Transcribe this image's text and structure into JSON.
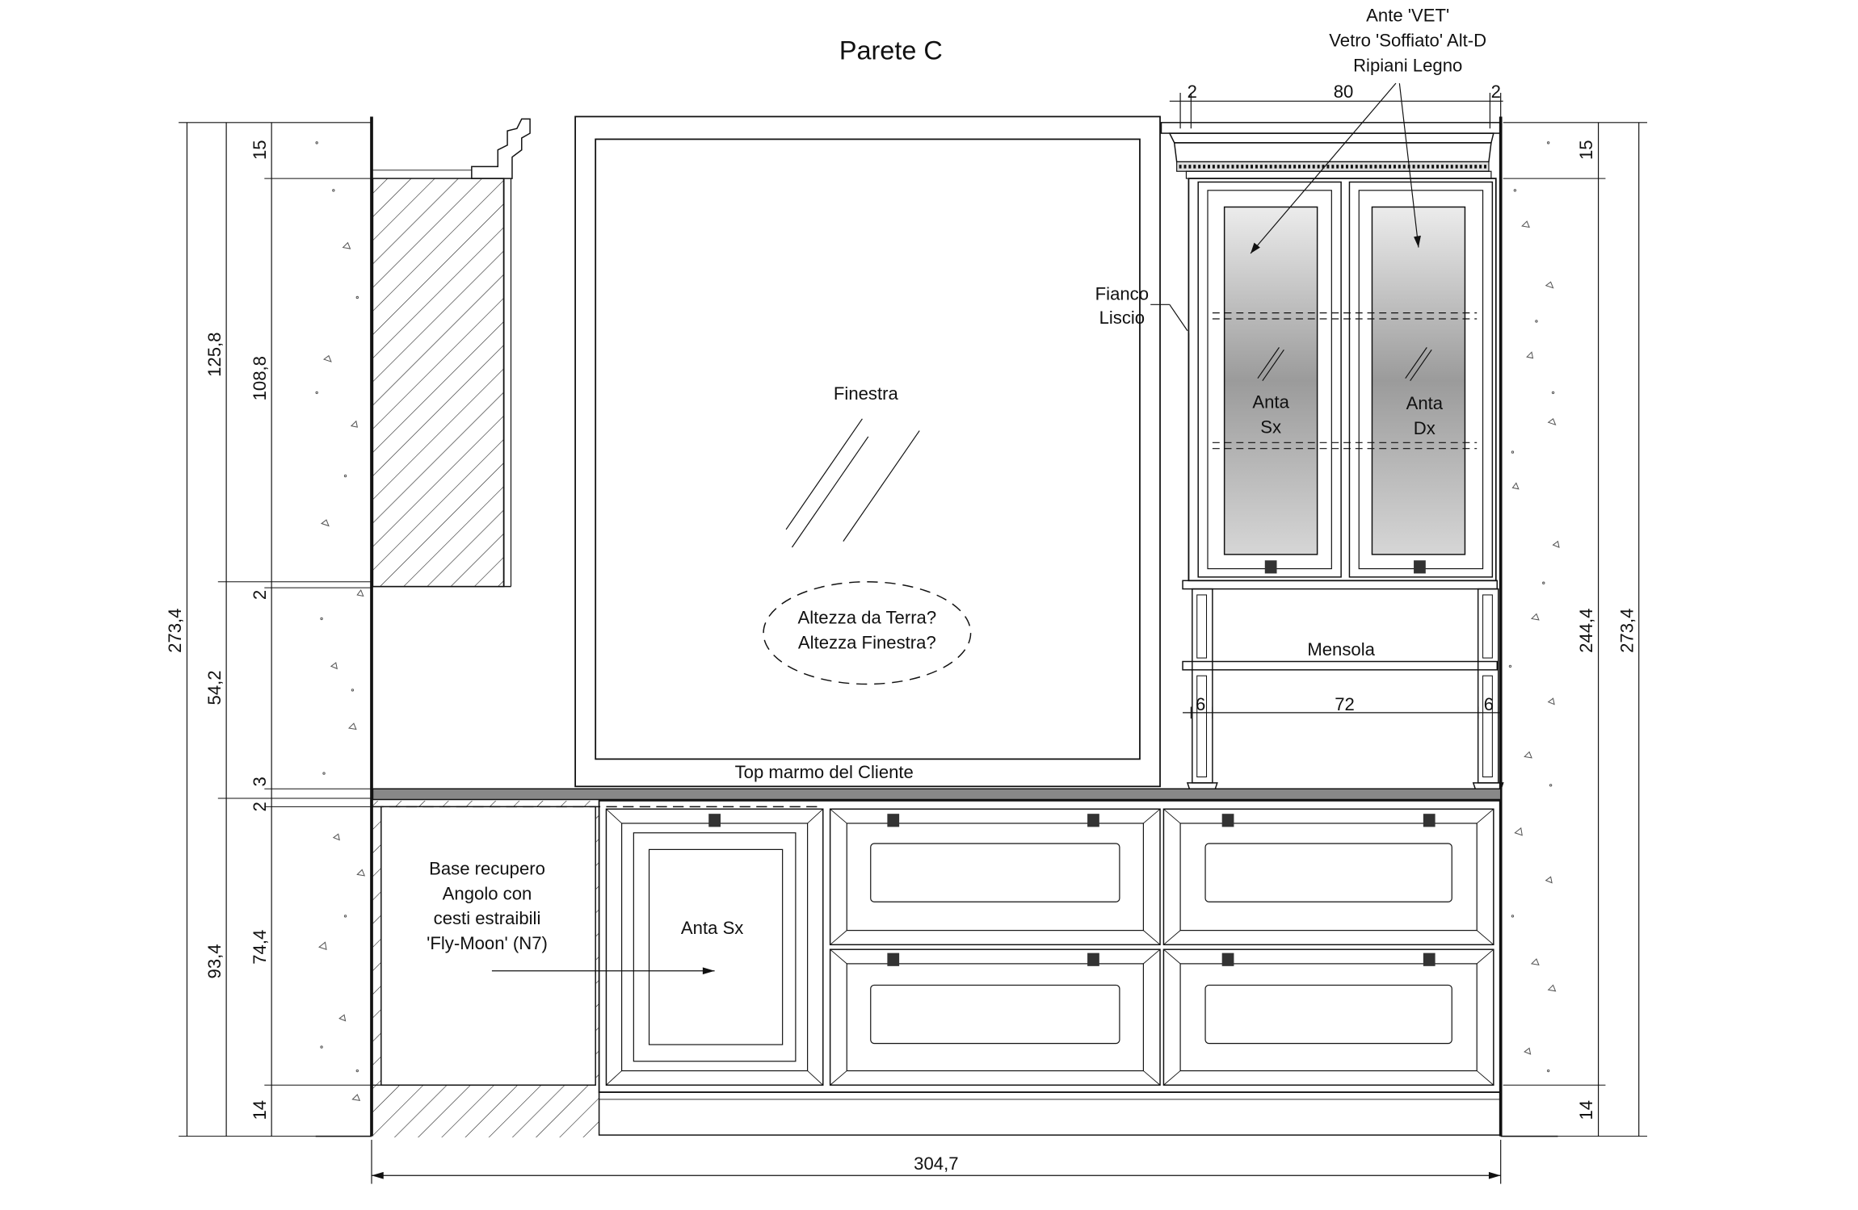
{
  "title": "Parete C",
  "notes": {
    "ante_vet": [
      "Ante 'VET'",
      "Vetro 'Soffiato' Alt-D",
      "Ripiani Legno"
    ],
    "fianco": [
      "Fianco",
      "Liscio"
    ],
    "finestra": "Finestra",
    "altezza": [
      "Altezza da Terra?",
      "Altezza Finestra?"
    ],
    "mensola": "Mensola",
    "top": "Top marmo del Cliente",
    "base_recupero": [
      "Base recupero",
      "Angolo con",
      "cesti estraibili",
      "'Fly-Moon' (N7)"
    ],
    "anta_sx_upper": [
      "Anta",
      "Sx"
    ],
    "anta_dx_upper": [
      "Anta",
      "Dx"
    ],
    "anta_sx_lower": "Anta Sx"
  },
  "dimensions": {
    "top_2_left": "2",
    "top_80": "80",
    "top_2_right": "2",
    "left_total": "273,4",
    "left_upper": "125,8",
    "left_mid": "54,2",
    "left_lower": "93,4",
    "left_15": "15",
    "left_108_8": "108,8",
    "left_2_a": "2",
    "left_3": "3",
    "left_2_b": "2",
    "left_74_4": "74,4",
    "left_14": "14",
    "right_15": "15",
    "right_244_4": "244,4",
    "right_14": "14",
    "right_total": "273,4",
    "mensola_6_left": "6",
    "mensola_72": "72",
    "mensola_6_right": "6",
    "bottom_total": "304,7"
  }
}
